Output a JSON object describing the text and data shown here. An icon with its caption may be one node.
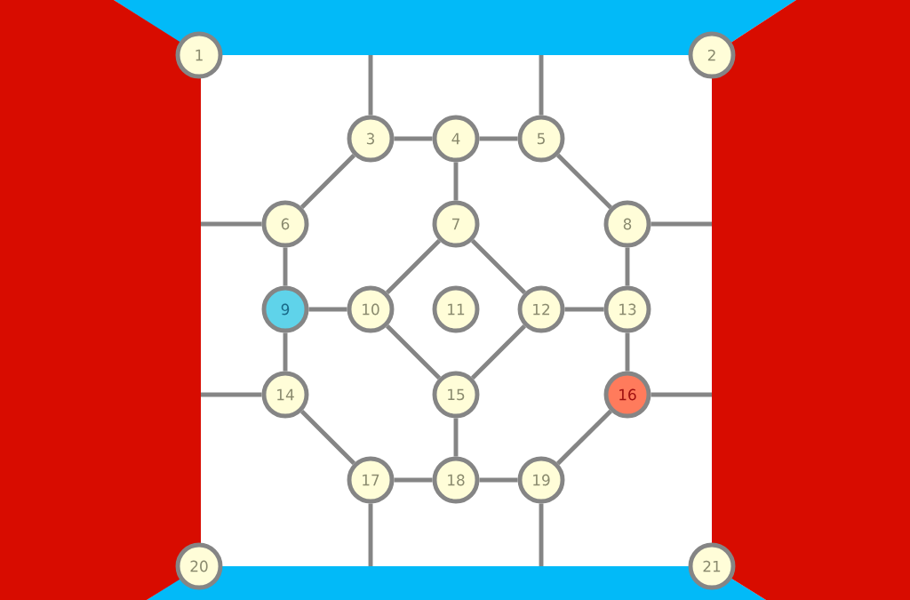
{
  "diagram": {
    "nodes": [
      {
        "text": [
          "1"
        ]
      },
      {
        "text": [
          "2"
        ]
      },
      {
        "text": [
          "3"
        ]
      },
      {
        "text": [
          "4"
        ]
      },
      {
        "text": [
          "5"
        ]
      },
      {
        "text": [
          "6"
        ]
      },
      {
        "text": [
          "7"
        ]
      },
      {
        "text": [
          "8"
        ]
      },
      {
        "text": [
          "9"
        ]
      },
      {
        "text": [
          "10"
        ]
      },
      {
        "text": [
          "11"
        ]
      },
      {
        "text": [
          "12"
        ]
      },
      {
        "text": [
          "13"
        ]
      },
      {
        "text": [
          "14"
        ]
      },
      {
        "text": [
          "15"
        ]
      },
      {
        "text": [
          "16"
        ]
      },
      {
        "text": [
          "17"
        ]
      },
      {
        "text": [
          "18"
        ]
      },
      {
        "text": [
          "19"
        ]
      },
      {
        "text": [
          "20"
        ]
      },
      {
        "text": [
          "21"
        ]
      }
    ],
    "edges": [
      {
        "from": 2,
        "to": 3,
        "arrow": "none"
      },
      {
        "from": 3,
        "to": 4,
        "arrow": "none"
      },
      {
        "from": 2,
        "to": 5,
        "arrow": "none"
      },
      {
        "from": 3,
        "to": 6,
        "arrow": "none"
      },
      {
        "from": 4,
        "to": 7,
        "arrow": "none"
      },
      {
        "from": 5,
        "to": 8,
        "arrow": "none"
      },
      {
        "from": 6,
        "to": 9,
        "arrow": "none"
      },
      {
        "from": 6,
        "to": 11,
        "arrow": "none"
      },
      {
        "from": 7,
        "to": 12,
        "arrow": "none"
      },
      {
        "from": 8,
        "to": 9,
        "arrow": "none"
      },
      {
        "from": 11,
        "to": 12,
        "arrow": "none"
      },
      {
        "from": 8,
        "to": 13,
        "arrow": "none"
      },
      {
        "from": 9,
        "to": 14,
        "arrow": "none"
      },
      {
        "from": 11,
        "to": 14,
        "arrow": "none"
      },
      {
        "from": 12,
        "to": 15,
        "arrow": "none"
      },
      {
        "from": 13,
        "to": 16,
        "arrow": "none"
      },
      {
        "from": 14,
        "to": 17,
        "arrow": "none"
      },
      {
        "from": 15,
        "to": 18,
        "arrow": "none"
      },
      {
        "from": 16,
        "to": 17,
        "arrow": "none"
      },
      {
        "from": 17,
        "to": 18,
        "arrow": "none"
      },
      {
        "from": 2,
        "to": null,
        "arrow": "none"
      },
      {
        "from": 4,
        "to": null,
        "arrow": "none"
      },
      {
        "from": 5,
        "to": null,
        "arrow": "none"
      },
      {
        "from": 7,
        "to": null,
        "arrow": "none"
      },
      {
        "from": 13,
        "to": null,
        "arrow": "none"
      },
      {
        "from": 15,
        "to": null,
        "arrow": "none"
      },
      {
        "from": 16,
        "to": null,
        "arrow": "none"
      },
      {
        "from": 18,
        "to": null,
        "arrow": "none"
      }
    ]
  }
}
